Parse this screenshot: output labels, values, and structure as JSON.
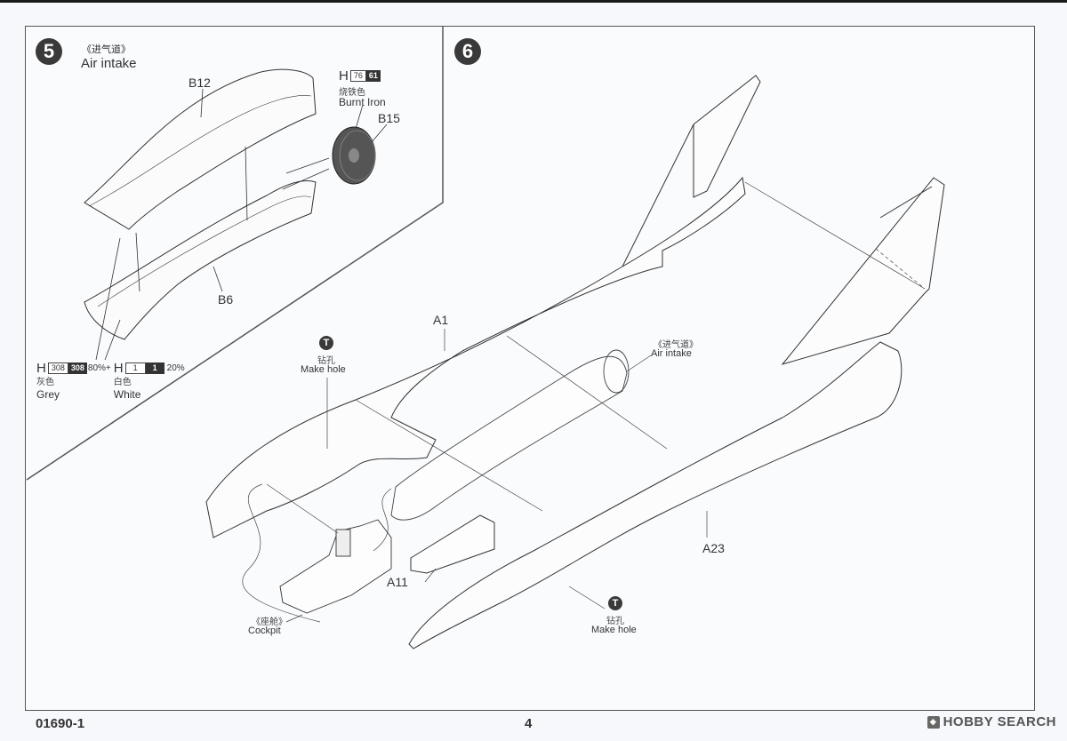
{
  "page": {
    "product_code": "01690-1",
    "page_number": "4",
    "watermark": "HOBBY SEARCH"
  },
  "step5": {
    "number": "5",
    "title_cn": "《进气道》",
    "title_en": "Air intake",
    "parts": {
      "b12": "B12",
      "b15": "B15",
      "b6": "B6"
    },
    "paint_burnt_iron": {
      "prefix": "H",
      "code_box": "76",
      "code_dark": "61",
      "name_cn": "烧铁色",
      "name_en": "Burnt Iron"
    },
    "paint_mix": {
      "grey": {
        "prefix": "H",
        "code_box": "308",
        "code_dark": "308",
        "ratio": "80%+",
        "name_cn": "灰色",
        "name_en": "Grey"
      },
      "white": {
        "prefix": "H",
        "code_box": "1",
        "code_dark": "1",
        "ratio": "20%",
        "name_cn": "白色",
        "name_en": "White"
      }
    }
  },
  "step6": {
    "number": "6",
    "parts": {
      "a1": "A1",
      "a11": "A11",
      "a23": "A23"
    },
    "make_hole_1": {
      "icon_letter": "T",
      "label_cn": "钻孔",
      "label_en": "Make hole"
    },
    "make_hole_2": {
      "icon_letter": "T",
      "label_cn": "钻孔",
      "label_en": "Make hole"
    },
    "air_intake": {
      "label_cn": "《进气道》",
      "label_en": "Air intake"
    },
    "cockpit": {
      "label_cn": "《座舱》",
      "label_en": "Cockpit"
    }
  },
  "colors": {
    "line": "#333333",
    "badge": "#3a3a3a",
    "paper": "#fafbfd"
  }
}
